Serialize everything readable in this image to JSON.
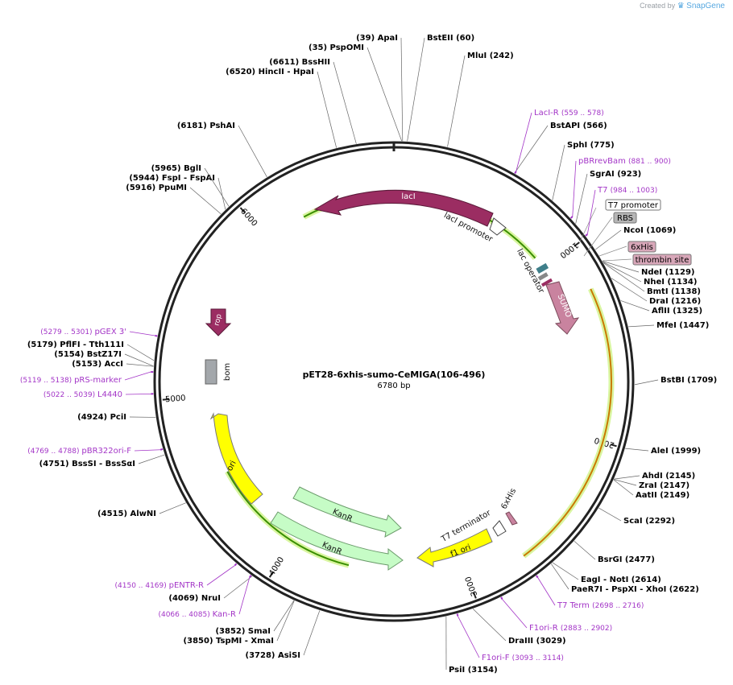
{
  "credit": {
    "prefix": "Created by",
    "brand": "SnapGene"
  },
  "plasmid": {
    "name": "pET28-6xhis-sumo-CeMIGA(106-496)",
    "length": "6780 bp",
    "total_bp": 6780
  },
  "ticks": [
    {
      "bp": 1000,
      "label": "1000"
    },
    {
      "bp": 2000,
      "label": "2000"
    },
    {
      "bp": 3000,
      "label": "3000"
    },
    {
      "bp": 4000,
      "label": "4000"
    },
    {
      "bp": 5000,
      "label": "5000"
    },
    {
      "bp": 6000,
      "label": "6000"
    }
  ],
  "sites": [
    {
      "name": "(39)  ApaI",
      "bp": 39
    },
    {
      "name": "BstEII  (60)",
      "bp": 60
    },
    {
      "name": "(35)  PspOMI",
      "bp": 35
    },
    {
      "name": "MluI  (242)",
      "bp": 242
    },
    {
      "name": "(6611)  BssHII",
      "bp": 6611
    },
    {
      "name": "(6520)  HincII  - HpaI",
      "bp": 6520
    },
    {
      "name": "(6181)  PshAI",
      "bp": 6181
    },
    {
      "name": "BstAPI  (566)",
      "bp": 566
    },
    {
      "name": "SphI  (775)",
      "bp": 775
    },
    {
      "name": "SgrAI  (923)",
      "bp": 923
    },
    {
      "name": "NcoI  (1069)",
      "bp": 1069
    },
    {
      "name": "NdeI  (1129)",
      "bp": 1129
    },
    {
      "name": "NheI  (1134)",
      "bp": 1134
    },
    {
      "name": "BmtI  (1138)",
      "bp": 1138
    },
    {
      "name": "DraI  (1216)",
      "bp": 1216
    },
    {
      "name": "AflII  (1325)",
      "bp": 1325
    },
    {
      "name": "MfeI  (1447)",
      "bp": 1447
    },
    {
      "name": "BstBI  (1709)",
      "bp": 1709
    },
    {
      "name": "AleI  (1999)",
      "bp": 1999
    },
    {
      "name": "AhdI  (2145)",
      "bp": 2145
    },
    {
      "name": "ZraI  (2147)",
      "bp": 2147
    },
    {
      "name": "AatII  (2149)",
      "bp": 2149
    },
    {
      "name": "ScaI  (2292)",
      "bp": 2292
    },
    {
      "name": "BsrGI  (2477)",
      "bp": 2477
    },
    {
      "name": "EagI  - NotI  (2614)",
      "bp": 2614
    },
    {
      "name": "PaeR7I  - PspXI  - XhoI  (2622)",
      "bp": 2622
    },
    {
      "name": "DraIII  (3029)",
      "bp": 3029
    },
    {
      "name": "PsiI  (3154)",
      "bp": 3154
    },
    {
      "name": "(3728)  AsiSI",
      "bp": 3728
    },
    {
      "name": "(3852)  SmaI",
      "bp": 3852
    },
    {
      "name": "(3850)  TspMI  - XmaI",
      "bp": 3850
    },
    {
      "name": "(4069)  NruI",
      "bp": 4069
    },
    {
      "name": "(4515)  AlwNI",
      "bp": 4515
    },
    {
      "name": "(4751)  BssSI  - BssSαI",
      "bp": 4751
    },
    {
      "name": "(4924)  PciI",
      "bp": 4924
    },
    {
      "name": "(5179)  PflFI  - Tth111I",
      "bp": 5179
    },
    {
      "name": "(5154)  BstZ17I",
      "bp": 5154
    },
    {
      "name": "(5153)  AccI",
      "bp": 5153
    },
    {
      "name": "(5944)  FspI  - FspAI",
      "bp": 5944
    },
    {
      "name": "(5965)  BglI",
      "bp": 5965
    },
    {
      "name": "(5916)  PpuMI",
      "bp": 5916
    }
  ],
  "primers": [
    {
      "name": "LacI-R",
      "range": "(559 .. 578)",
      "bp": 568
    },
    {
      "name": "pBRrevBam",
      "range": "(881 .. 900)",
      "bp": 890
    },
    {
      "name": "T7",
      "range": "(984 .. 1003)",
      "bp": 993
    },
    {
      "name": "T7 Term",
      "range": "(2698 .. 2716)",
      "bp": 2707
    },
    {
      "name": "F1ori-R",
      "range": "(2883 .. 2902)",
      "bp": 2892
    },
    {
      "name": "F1ori-F",
      "range": "(3093 .. 3114)",
      "bp": 3103
    },
    {
      "name": "Kan-R",
      "range": "(4066 .. 4085)",
      "bp": 4075
    },
    {
      "name": "pENTR-R",
      "range": "(4150 .. 4169)",
      "bp": 4159
    },
    {
      "name": "pBR322ori-F",
      "range": "(4769 .. 4788)",
      "bp": 4778
    },
    {
      "name": "L4440",
      "range": "(5022 .. 5039)",
      "bp": 5030
    },
    {
      "name": "pRS-marker",
      "range": "(5119 .. 5138)",
      "bp": 5128
    },
    {
      "name": "pGEX 3'",
      "range": "(5279 .. 5301)",
      "bp": 5290
    }
  ],
  "features": [
    {
      "name": "T7 promoter"
    },
    {
      "name": "RBS"
    },
    {
      "name": "6xHis"
    },
    {
      "name": "thrombin site"
    },
    {
      "name": "lacI"
    },
    {
      "name": "lacI promoter"
    },
    {
      "name": "lac operator"
    },
    {
      "name": "SUMO"
    },
    {
      "name": "rop"
    },
    {
      "name": "bom"
    },
    {
      "name": "ori"
    },
    {
      "name": "KanR"
    },
    {
      "name": "KanR"
    },
    {
      "name": "f1 ori"
    },
    {
      "name": "T7 terminator"
    },
    {
      "name": "6xHis"
    }
  ],
  "colors": {
    "backbone": "#222222",
    "site_label": "#000000",
    "primer": "#a335c7",
    "lacI": "#9b2d62",
    "sumo": "#c9839f",
    "rop": "#9b2d62",
    "bom": "#a3a7ab",
    "ori": "#ffff00",
    "kanR": "#c6fcc6",
    "f1ori": "#ffff00",
    "orf_green": "#3a8f00",
    "orf_orange": "#c97a00"
  }
}
